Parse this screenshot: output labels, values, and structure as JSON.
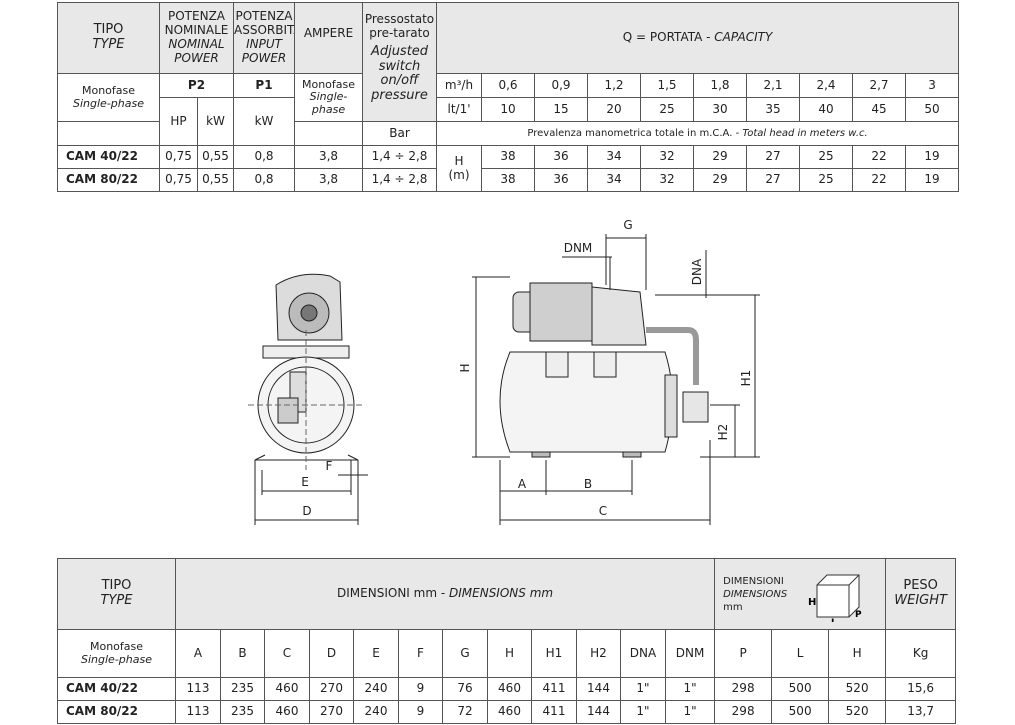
{
  "top_table": {
    "tipo": "TIPO",
    "type": "TYPE",
    "potenza_nominale": "POTENZA NOMINALE",
    "nominal_power": "NOMINAL POWER",
    "potenza_assorbita": "POTENZA ASSORBITA",
    "input_power": "INPUT POWER",
    "ampere": "AMPERE",
    "pressostato": "Pressostato pre-tarato",
    "adjusted": "Adjusted switch on/off pressure",
    "portata_label": "Q = PORTATA - ",
    "capacity": "CAPACITY",
    "monofase": "Monofase",
    "single_phase": "Single-phase",
    "p2": "P2",
    "p1": "P1",
    "hp": "HP",
    "kw1": "kW",
    "kw2": "kW",
    "bar": "Bar",
    "m3h": "m³/h",
    "lt1": "lt/1'",
    "m3h_values": [
      "0,6",
      "0,9",
      "1,2",
      "1,5",
      "1,8",
      "2,1",
      "2,4",
      "2,7",
      "3"
    ],
    "lt_values": [
      "10",
      "15",
      "20",
      "25",
      "30",
      "35",
      "40",
      "45",
      "50"
    ],
    "prevalenza": "Prevalenza manometrica totale in m.C.A. - ",
    "total_head": "Total head in meters w.c.",
    "h_label": "H",
    "m_label": "(m)",
    "rows": [
      {
        "model": "CAM 40/22",
        "hp": "0,75",
        "kw": "0,55",
        "p1": "0,8",
        "amp": "3,8",
        "press": "1,4 ÷ 2,8",
        "heads": [
          "38",
          "36",
          "34",
          "32",
          "29",
          "27",
          "25",
          "22",
          "19"
        ]
      },
      {
        "model": "CAM 80/22",
        "hp": "0,75",
        "kw": "0,55",
        "p1": "0,8",
        "amp": "3,8",
        "press": "1,4 ÷ 2,8",
        "heads": [
          "38",
          "36",
          "34",
          "32",
          "29",
          "27",
          "25",
          "22",
          "19"
        ]
      }
    ]
  },
  "drawing": {
    "labels": {
      "G": "G",
      "DNM": "DNM",
      "DNA": "DNA",
      "H": "H",
      "H1": "H1",
      "H2": "H2",
      "A": "A",
      "B": "B",
      "C": "C",
      "D": "D",
      "E": "E",
      "F": "F"
    }
  },
  "bottom_table": {
    "tipo": "TIPO",
    "type": "TYPE",
    "dimensioni": "DIMENSIONI mm - ",
    "dimensions_mm": "DIMENSIONS mm",
    "dim_box_1": "DIMENSIONI",
    "dim_box_2": "DIMENSIONS",
    "dim_box_3": "mm",
    "peso": "PESO",
    "weight": "WEIGHT",
    "monofase": "Monofase",
    "single_phase": "Single-phase",
    "columns": [
      "A",
      "B",
      "C",
      "D",
      "E",
      "F",
      "G",
      "H",
      "H1",
      "H2",
      "DNA",
      "DNM",
      "P",
      "L",
      "H",
      "Kg"
    ],
    "box_icon_labels": {
      "H": "H",
      "L": "L",
      "P": "P"
    },
    "rows": [
      {
        "model": "CAM 40/22",
        "values": [
          "113",
          "235",
          "460",
          "270",
          "240",
          "9",
          "76",
          "460",
          "411",
          "144",
          "1\"",
          "1\"",
          "298",
          "500",
          "520",
          "15,6"
        ]
      },
      {
        "model": "CAM 80/22",
        "values": [
          "113",
          "235",
          "460",
          "270",
          "240",
          "9",
          "72",
          "460",
          "411",
          "144",
          "1\"",
          "1\"",
          "298",
          "500",
          "520",
          "13,7"
        ]
      }
    ]
  }
}
